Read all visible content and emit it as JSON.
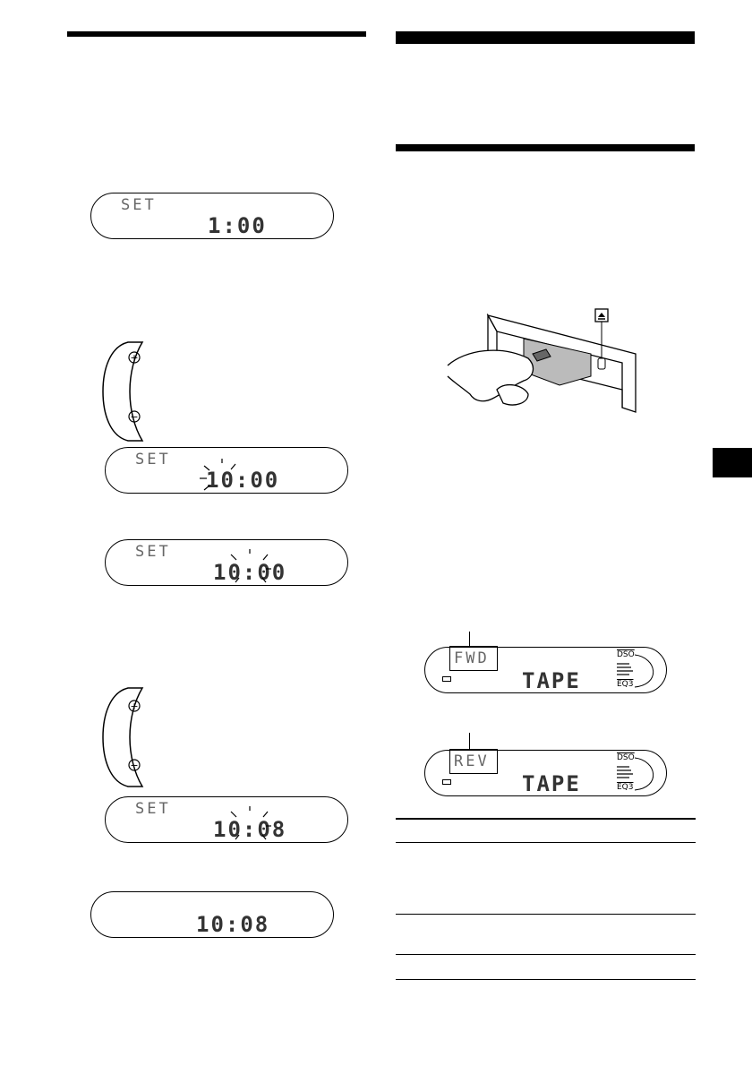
{
  "clock_displays": [
    {
      "top_text": "SET",
      "value_text": "1:00"
    },
    {
      "top_text": "SET",
      "value_text": "10:00"
    },
    {
      "top_text": "SET",
      "value_text": "10:00"
    },
    {
      "top_text": "SET",
      "value_text": "10:08"
    },
    {
      "top_text": "",
      "value_text": "10:08"
    }
  ],
  "tape_displays": [
    {
      "mode_text": "FWD",
      "source_text": "TAPE",
      "dso_label": "DSO",
      "eq_label": "EQ3"
    },
    {
      "mode_text": "REV",
      "source_text": "TAPE",
      "dso_label": "DSO",
      "eq_label": "EQ3"
    }
  ],
  "dial": {
    "plus_symbol": "+",
    "minus_symbol": "−"
  }
}
